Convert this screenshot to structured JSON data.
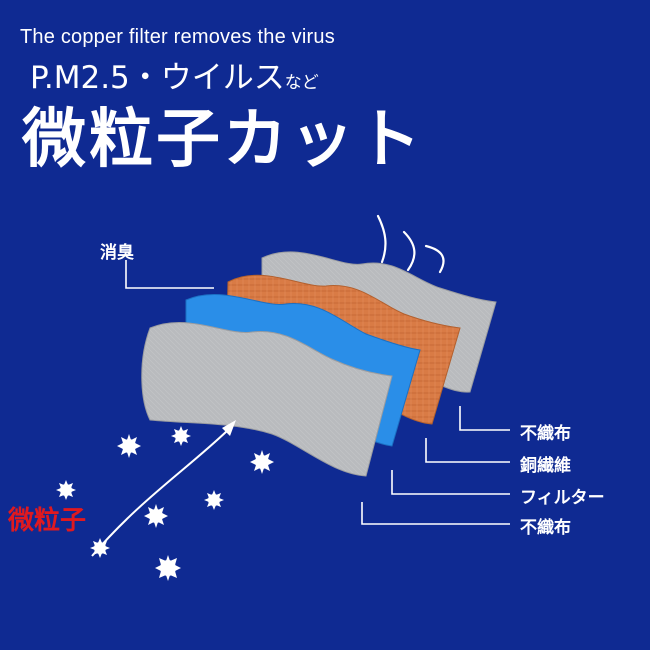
{
  "header": {
    "tagline_en": "The copper filter removes the virus",
    "line2_main": "P.M2.5・ウイルス",
    "line2_suffix": "など",
    "headline": "微粒子カット"
  },
  "labels": {
    "deodorant": "消臭",
    "layer_outer": "不織布",
    "layer_copper": "銅繊維",
    "layer_filter": "フィルター",
    "layer_inner": "不織布",
    "particle": "微粒子"
  },
  "colors": {
    "background": "#0f2a92",
    "layer_gray": "#b7b9bc",
    "layer_copper": "#d97b45",
    "layer_blue": "#2a8ee8",
    "particle_label": "#e0191f"
  }
}
